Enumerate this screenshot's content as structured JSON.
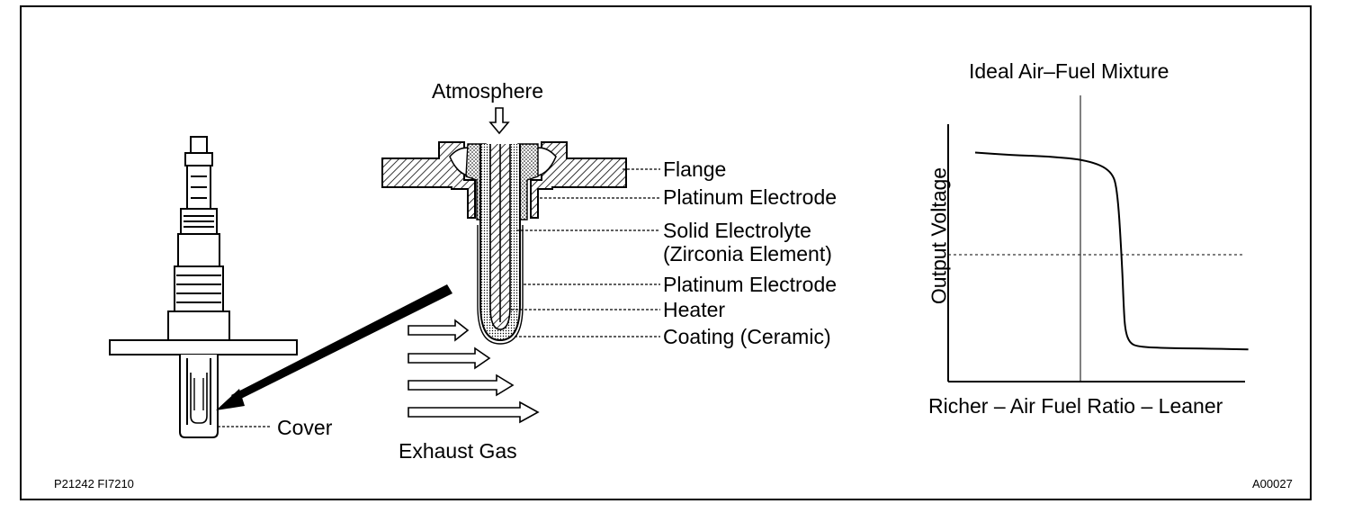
{
  "sensor": {
    "cover_label": "Cover",
    "exhaust_label": "Exhaust Gas",
    "atmosphere_label": "Atmosphere"
  },
  "parts": [
    "Flange",
    "Platinum Electrode",
    "Solid Electrolyte",
    "(Zirconia Element)",
    "Platinum Electrode",
    "Heater",
    "Coating (Ceramic)"
  ],
  "chart_data": {
    "type": "line",
    "title": "Ideal Air–Fuel Mixture",
    "xlabel": "Richer – Air Fuel Ratio – Leaner",
    "ylabel": "Output Voltage",
    "series": [
      {
        "x": [
          0.0,
          0.12,
          0.25,
          0.38,
          0.46,
          0.48,
          0.495,
          0.5,
          0.505,
          0.52,
          0.55,
          0.65,
          0.8,
          0.92
        ],
        "values": [
          0.89,
          0.88,
          0.875,
          0.86,
          0.82,
          0.74,
          0.45,
          0.3,
          0.2,
          0.15,
          0.135,
          0.13,
          0.128,
          0.125
        ]
      }
    ],
    "reference_x": 0.5,
    "reference_y": 0.5,
    "xlim": [
      0,
      1
    ],
    "ylim": [
      0,
      1
    ],
    "grid": false
  },
  "codes": {
    "left": "P21242  FI7210",
    "right": "A00027"
  }
}
